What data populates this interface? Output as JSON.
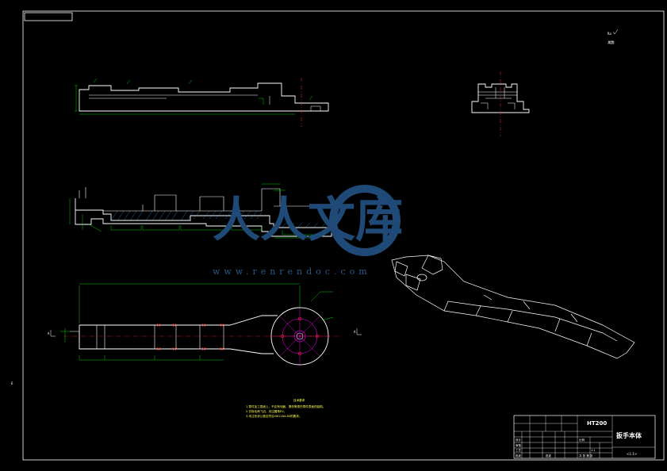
{
  "watermark": {
    "text": "人人文库",
    "url": "www.renrendoc.com"
  },
  "corner_roughness": {
    "line1": "Ra",
    "line2": "其余"
  },
  "sheet_mark": "6",
  "section_marks": {
    "view_a_left": "A",
    "view_a_right": "A"
  },
  "tech_notes": {
    "title": "技术要求",
    "items": [
      "1.零件加工表面上，不应有划痕、擦伤等损伤零件表面的缺陷。",
      "2.去除毛刺飞边，未注圆角R2。",
      "3.未注形状公差应符合GB1184-80的要求。"
    ]
  },
  "title_block": {
    "material": "HT200",
    "part_name": "扳手本体",
    "scale_label": "比例",
    "scale_value": "1:1",
    "sheet_label": "共 张 第 张",
    "design_label": "设计",
    "check_label": "审核",
    "process_label": "工艺",
    "approve_label": "批准",
    "drawing_no": "<1:1>"
  },
  "colors": {
    "frame": "#ffffff",
    "dimension": "#00ff00",
    "center_line": "#ff2020",
    "circle_feature": "#ff00ff",
    "leader": "#2a9cff",
    "hatch": "#2a9cff",
    "watermark": "#1f4a78"
  }
}
